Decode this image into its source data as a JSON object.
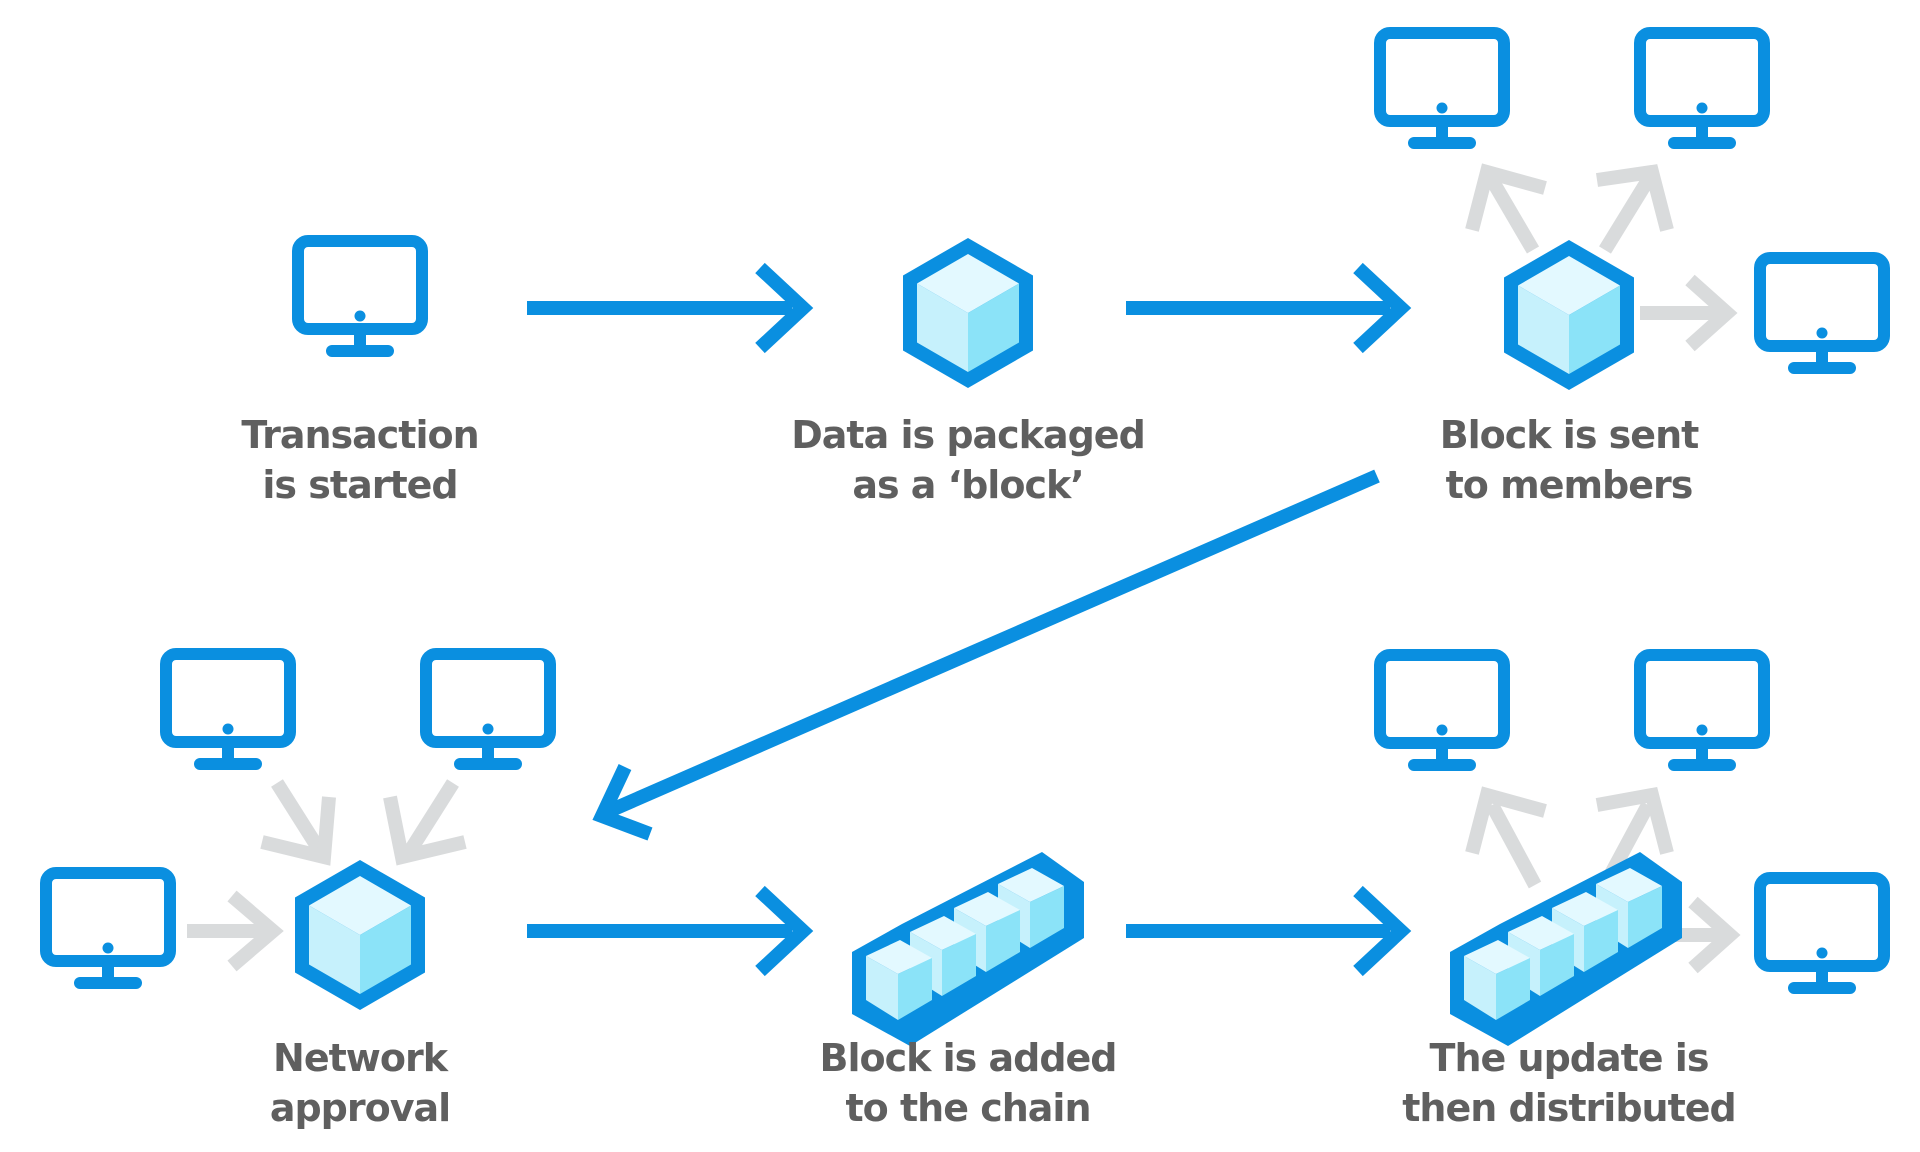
{
  "colors": {
    "primary_blue": "#0a8fe0",
    "broadcast_arrow": "#d9dbdc",
    "cube_face_top": "#e3f9ff",
    "cube_face_left": "#c6f1fc",
    "cube_face_right": "#8be3f8",
    "label_text": "#5f5f5f"
  },
  "icons": {
    "computer": "computer-monitor-icon",
    "block": "block-cube-icon",
    "chain": "block-chain-icon",
    "flow": "flow-arrow"
  },
  "steps": [
    {
      "line1": "Transaction",
      "line2": "is started"
    },
    {
      "line1": "Data is packaged",
      "line2": "as a ‘block’"
    },
    {
      "line1": "Block is sent",
      "line2": "to members"
    },
    {
      "line1": "Network",
      "line2": "approval"
    },
    {
      "line1": "Block is added",
      "line2": "to the chain"
    },
    {
      "line1": "The update is",
      "line2": "then distributed"
    }
  ]
}
